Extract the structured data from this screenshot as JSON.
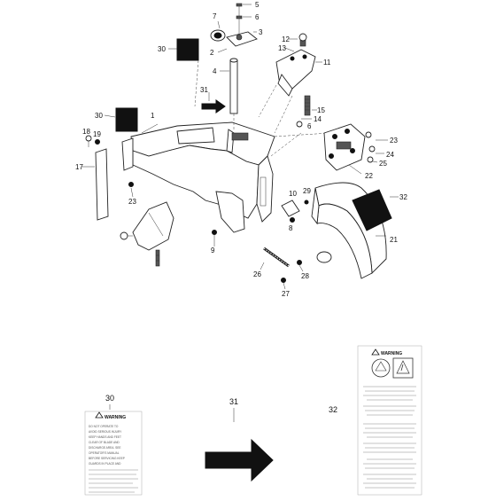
{
  "callouts": {
    "c1": "1",
    "c2": "2",
    "c3": "3",
    "c4": "4",
    "c5": "5",
    "c6a": "6",
    "c6b": "6",
    "c7": "7",
    "c8": "8",
    "c9": "9",
    "c10": "10",
    "c11": "11",
    "c12": "12",
    "c13": "13",
    "c14": "14",
    "c15": "15",
    "c17": "17",
    "c18": "18",
    "c19": "19",
    "c21": "21",
    "c22": "22",
    "c23a": "23",
    "c23b": "23",
    "c24": "24",
    "c25": "25",
    "c26": "26",
    "c27": "27",
    "c28": "28",
    "c29": "29",
    "c30a": "30",
    "c30b": "30",
    "c31a": "31",
    "c32a": "32"
  },
  "details": {
    "label30_callout": "30",
    "label31_callout": "31",
    "label32_callout": "32",
    "warning_title_30": "WARNING",
    "warning_title_32": "WARNING"
  },
  "label30_lines": [
    "DO NOT OPERATE TO",
    "AVOID SERIOUS INJURY",
    "KEEP HANDS AND FEET",
    "CLEAR OF BLADE AND",
    "DISCHARGE AREA. SEE",
    "OPERATOR'S MANUAL",
    "BEFORE SERVICING KEEP",
    "GUARDS IN PLACE AND"
  ],
  "colors": {
    "ink": "#111111",
    "paper": "#ffffff",
    "grey": "#555555"
  }
}
